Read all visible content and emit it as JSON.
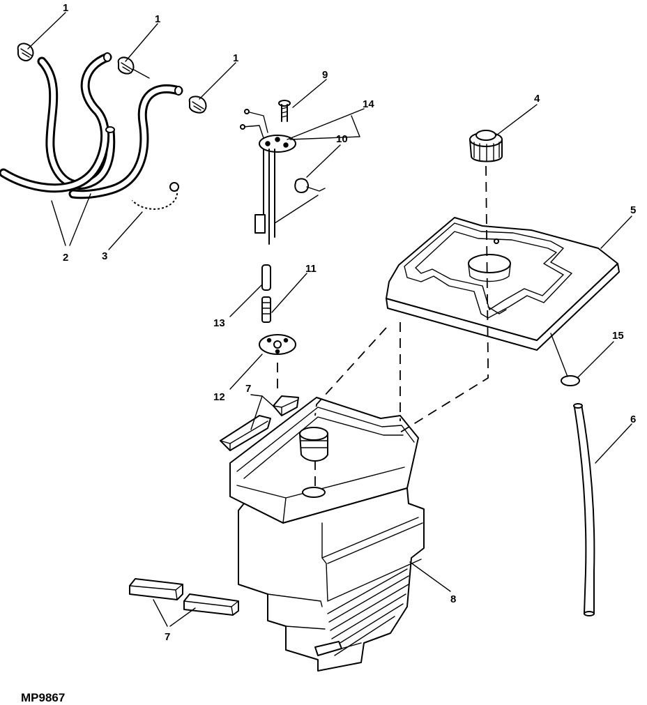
{
  "figure_id": "MP9867",
  "callouts": {
    "c1a": "1",
    "c1b": "1",
    "c1c": "1",
    "c2": "2",
    "c3": "3",
    "c4": "4",
    "c5": "5",
    "c6": "6",
    "c7a": "7",
    "c7b": "7",
    "c8": "8",
    "c9": "9",
    "c10": "10",
    "c11": "11",
    "c12": "12",
    "c13": "13",
    "c14": "14",
    "c15": "15"
  }
}
